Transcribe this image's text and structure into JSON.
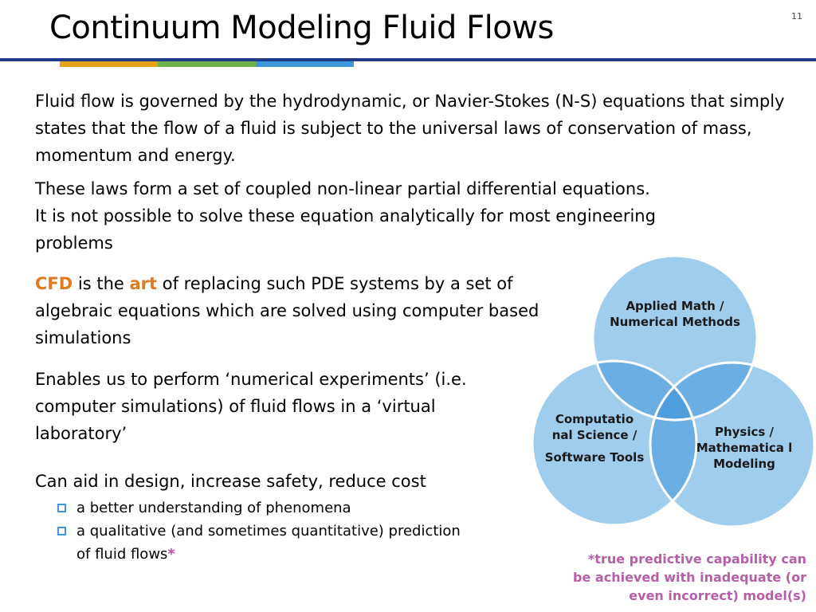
{
  "slide": {
    "title": "Continuum Modeling Fluid Flows",
    "number": "11"
  },
  "colors": {
    "title_rule": "#1f3c88",
    "accent_segments": [
      "#e6a21c",
      "#6fb34a",
      "#3d97d9"
    ],
    "highlight": "#e07a1f",
    "footnote": "#b65fa8",
    "venn_fill": "#9fcdee",
    "venn_overlap": "#6aaee3",
    "venn_stroke": "#ffffff"
  },
  "paragraphs": {
    "p1": "Fluid flow is governed by the hydrodynamic, or Navier-Stokes (N-S) equations that simply states that the flow of a fluid is subject to the universal laws of conservation of mass, momentum and energy.",
    "p2": "These laws form a set of coupled non-linear partial differential equations. It is not possible to solve these equation analytically for most engineering problems",
    "p3": {
      "cfd": "CFD",
      "text_a": " is the ",
      "art": "art",
      "text_b": " of replacing such PDE systems by a set of algebraic equations which are solved using computer based simulations"
    },
    "p4": "Enables us to perform ‘numerical experiments’ (i.e. computer simulations) of fluid flows in a ‘virtual laboratory’",
    "p5": "Can aid in design, increase safety, reduce cost"
  },
  "bullets": [
    {
      "text": "a better understanding of phenomena"
    },
    {
      "text": "a qualitative (and sometimes quantitative) prediction of fluid flows",
      "marker": "*"
    }
  ],
  "footnote": "*true predictive capability can be achieved with inadequate (or even incorrect) model(s)",
  "venn": {
    "top": "Applied Math / Numerical Methods",
    "left_a": "Computatio nal Science /",
    "left_b": "Software Tools",
    "right": "Physics / Mathematica l Modeling"
  }
}
